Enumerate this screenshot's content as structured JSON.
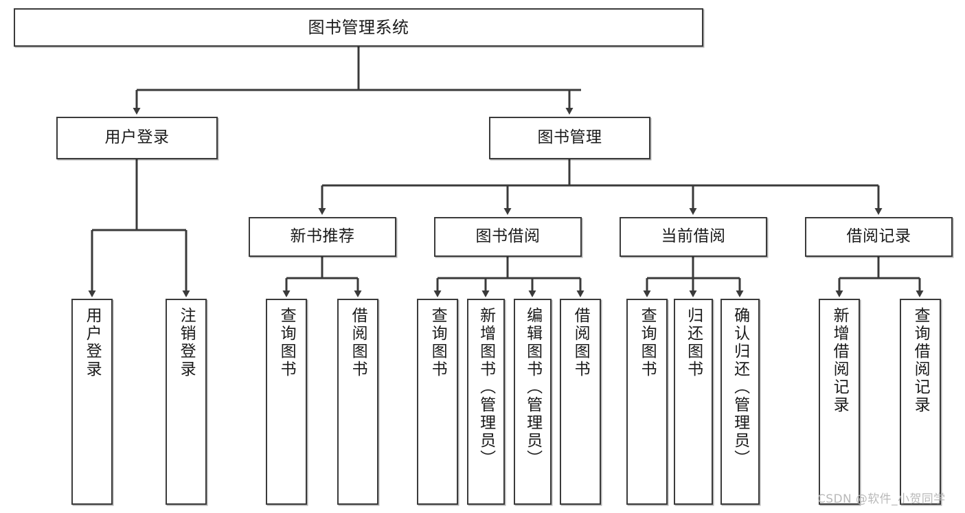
{
  "diagram": {
    "type": "tree-hierarchy-chart",
    "title": "图书管理系统",
    "stroke_color": "#3a3a3a",
    "background_color": "#ffffff",
    "text_color": "#1a1a1a",
    "levels": [
      {
        "level": 1,
        "nodes": [
          {
            "id": "root",
            "label": "图书管理系统"
          }
        ]
      },
      {
        "level": 2,
        "nodes": [
          {
            "id": "login",
            "label": "用户登录",
            "parent": "root"
          },
          {
            "id": "bookmgmt",
            "label": "图书管理",
            "parent": "root"
          }
        ]
      },
      {
        "level": 3,
        "nodes": [
          {
            "id": "recommend",
            "label": "新书推荐",
            "parent": "bookmgmt"
          },
          {
            "id": "borrow",
            "label": "图书借阅",
            "parent": "bookmgmt"
          },
          {
            "id": "current",
            "label": "当前借阅",
            "parent": "bookmgmt"
          },
          {
            "id": "records",
            "label": "借阅记录",
            "parent": "bookmgmt"
          }
        ]
      },
      {
        "level": 4,
        "nodes": [
          {
            "id": "leaf1",
            "label": "用户登录",
            "parent": "login"
          },
          {
            "id": "leaf2",
            "label": "注销登录",
            "parent": "login"
          },
          {
            "id": "leaf3",
            "label": "查询图书",
            "parent": "recommend"
          },
          {
            "id": "leaf4",
            "label": "借阅图书",
            "parent": "recommend"
          },
          {
            "id": "leaf5",
            "label": "查询图书",
            "parent": "borrow"
          },
          {
            "id": "leaf6",
            "label": "新增图书（管理员）",
            "parent": "borrow"
          },
          {
            "id": "leaf7",
            "label": "编辑图书（管理员）",
            "parent": "borrow"
          },
          {
            "id": "leaf8",
            "label": "借阅图书",
            "parent": "borrow"
          },
          {
            "id": "leaf9",
            "label": "查询图书",
            "parent": "current"
          },
          {
            "id": "leaf10",
            "label": "归还图书",
            "parent": "current"
          },
          {
            "id": "leaf11",
            "label": "确认归还（管理员）",
            "parent": "current"
          },
          {
            "id": "leaf12",
            "label": "新增借阅记录",
            "parent": "records"
          },
          {
            "id": "leaf13",
            "label": "查询借阅记录",
            "parent": "records"
          }
        ]
      }
    ]
  },
  "watermark": {
    "text": "CSDN @软件_小贺同学"
  }
}
